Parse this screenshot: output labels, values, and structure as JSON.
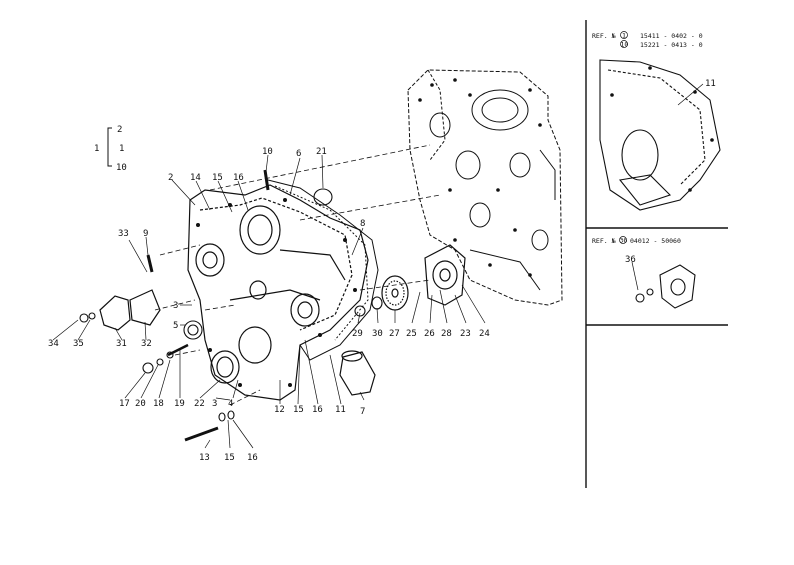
{
  "colors": {
    "ink": "#111111",
    "paper": "#ffffff"
  },
  "panels": {
    "main": {
      "callouts": {
        "c1": "1",
        "c2": "2",
        "c3a": "3",
        "c3b": "3",
        "c4": "4",
        "c5": "5",
        "c6": "6",
        "c7": "7",
        "c8": "8",
        "c9": "9",
        "c10": "10",
        "c11": "11",
        "c12": "12",
        "c13": "13",
        "c14": "14",
        "c15a": "15",
        "c15b": "15",
        "c15c": "15",
        "c16a": "16",
        "c16b": "16",
        "c16c": "16",
        "c17": "17",
        "c18": "18",
        "c19": "19",
        "c20": "20",
        "c21": "21",
        "c22": "22",
        "c23": "23",
        "c24": "24",
        "c25": "25",
        "c26": "26",
        "c27": "27",
        "c28": "28",
        "c29": "29",
        "c30": "30",
        "c31": "31",
        "c32": "32",
        "c33": "33",
        "c34": "34",
        "c35": "35"
      },
      "bracket": {
        "top": "2",
        "mid": "1",
        "bottom": "10",
        "left": "1"
      }
    },
    "ref_top": {
      "label": "REF. №",
      "line1_ref": "1",
      "line1_code": "15411 - 0402 - 0",
      "line2_ref": "10",
      "line2_code": "15221 - 0413 - 0",
      "callout": "11"
    },
    "ref_mid": {
      "label": "REF. №",
      "ref": "36",
      "code": "04012 - 50060",
      "callout": "36"
    }
  }
}
